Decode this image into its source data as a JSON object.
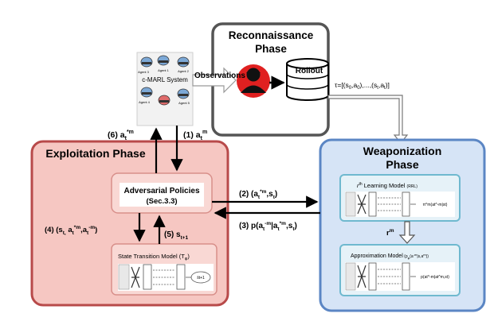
{
  "phases": {
    "reconnaissance": "Reconnaissance Phase",
    "exploitation": "Exploitation Phase",
    "weaponization": "Weaponization Phase"
  },
  "cmarl": {
    "title": "c-MARL System",
    "agents": [
      "Agent 1",
      "Agent 2",
      "Agent 3",
      "Agent 4",
      "Agent 5"
    ]
  },
  "recon": {
    "observations": "Observations",
    "rollout": "Rollout",
    "tau_label": "τ=[(s0,a0),...,(st,at)]"
  },
  "exploitation": {
    "adv_title": "Adversarial Policies",
    "adv_ref": "(Sec.3.3)",
    "stm_label": "State Transition Model",
    "stm_sym": "(Tφ)",
    "stm_out": "ŝt+1"
  },
  "weaponization": {
    "learning_title": "Learning Model",
    "learning_sup": "rth",
    "learning_sym": "(RRL)",
    "learning_out": "π^m(at^-m|st)",
    "rm_label": "rm",
    "approx_title": "Approximation Model",
    "approx_sym": "(pφ^m(at^-m|st,at^m))",
    "approx_out": "p(at^-m|at^m,st)"
  },
  "arrows": {
    "a1": "(1) a",
    "a1_sub": "t",
    "a1_sup": "m",
    "a6": "(6) a",
    "a6_sub": "t",
    "a6_sup": "*m",
    "a2": "(2) (at*m,st)",
    "a3": "(3) p(at-m|at*m,st)",
    "a4": "(4) (st, at*m,at-m)",
    "a5": "(5) st+1"
  },
  "colors": {
    "recon_border": "#555555",
    "exploit_border": "#b84a4a",
    "exploit_fill": "#f6c7c2",
    "weapon_border": "#5b86c4",
    "weapon_fill": "#d6e4f6",
    "inner_teal": "#6fb9cf",
    "hacker_red": "#e02020"
  }
}
